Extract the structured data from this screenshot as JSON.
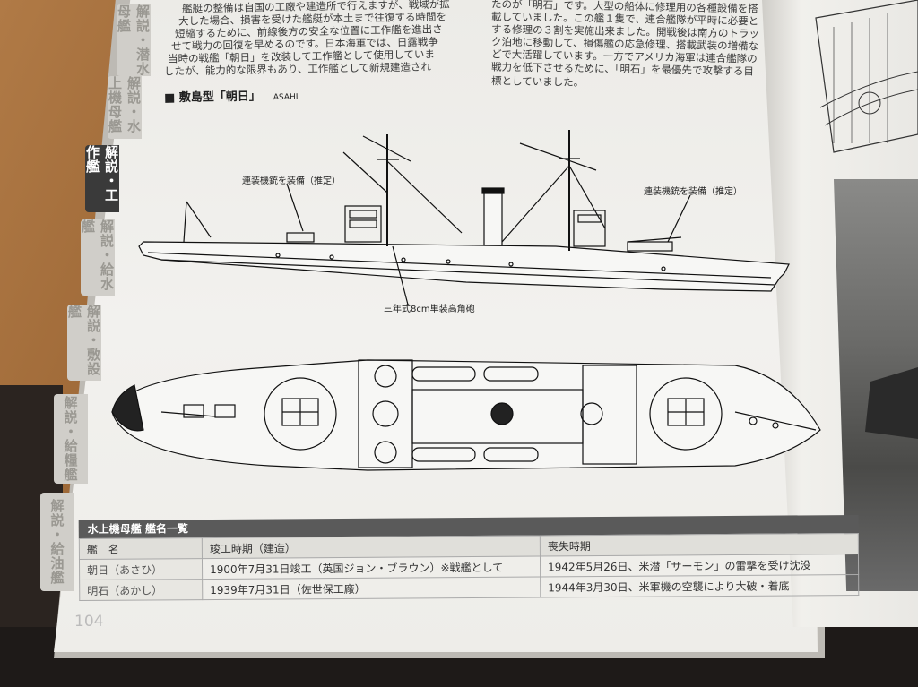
{
  "tabs": [
    {
      "label": "解説・潜水母艦"
    },
    {
      "label": "解説・水上機母艦"
    },
    {
      "label": "解説・工作艦"
    },
    {
      "label": "解説・給水艦"
    },
    {
      "label": "解説・敷設艦"
    },
    {
      "label": "解説・給糧艦"
    },
    {
      "label": "解説・給油艦"
    }
  ],
  "text": {
    "left_lines": [
      "艦艇の整備は自国の工廠や建造所で行えますが、戦域が拡",
      "大した場合、損害を受けた艦艇が本土まで往復する時間を",
      "短縮するために、前線後方の安全な位置に工作艦を進出さ",
      "せて戦力の回復を早めるのです。日本海軍では、日露戦争",
      "当時の戦艦「朝日」を改装して工作艦として使用していま",
      "したが、能力的な限界もあり、工作艦として新規建造され"
    ],
    "right_lines": [
      "たのが「明石」です。大型の船体に修理用の各種設備を搭",
      "載していました。この艦１隻で、連合艦隊が平時に必要と",
      "する修理の３割を実施出来ました。開戦後は南方のトラッ",
      "ク泊地に移動して、損傷艦の応急修理、搭載武装の増備な",
      "どで大活躍しています。一方でアメリカ海軍は連合艦隊の",
      "戦力を低下させるために、「明石」を最優先で攻撃する目",
      "標としていました。"
    ]
  },
  "section": {
    "title": "■ 敷島型「朝日」",
    "subtitle": "ASAHI"
  },
  "callouts": {
    "left": "連装機銃を装備（推定）",
    "right": "連装機銃を装備（推定）",
    "bottom": "三年式8cm単装高角砲"
  },
  "table": {
    "title": "水上機母艦 艦名一覧",
    "headers": [
      "艦　名",
      "竣工時期（建造）",
      "喪失時期"
    ],
    "rows": [
      [
        "朝日（あさひ）",
        "1900年7月31日竣工（英国ジョン・ブラウン）※戦艦として",
        "1942年5月26日、米潜「サーモン」の雷撃を受け沈没"
      ],
      [
        "明石（あかし）",
        "1939年7月31日（佐世保工廠）",
        "1944年3月30日、米軍機の空襲により大破・着底"
      ]
    ]
  },
  "page_number": "104"
}
